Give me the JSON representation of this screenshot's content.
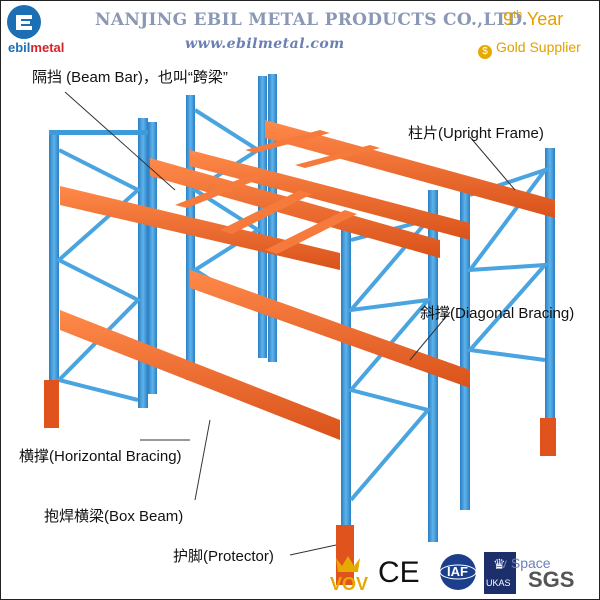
{
  "header": {
    "logo_text_a": "ebil",
    "logo_text_b": "metal",
    "company": "NANJING EBIL METAL PRODUCTS CO.,LTD.",
    "year_num": "9",
    "year_sup": "th",
    "year_word": " Year",
    "website": "www.ebilmetal.com",
    "gold_supplier": "Gold Supplier"
  },
  "labels": {
    "beam_bar": "隔挡 (Beam Bar)，也叫“跨梁”",
    "upright_frame": "柱片(Upright Frame)",
    "diagonal_bracing": "斜撑(Diagonal Bracing)",
    "horizontal_bracing": "横撑(Horizontal Bracing)",
    "box_beam": "抱焊横梁(Box Beam)",
    "protector": "护脚(Protector)"
  },
  "certifications": {
    "ce": "CE",
    "iaf": "IAF",
    "ukas": "UKAS",
    "sgs": "SGS",
    "vov": "VOV",
    "space": "v Space"
  },
  "colors": {
    "upright_blue": "#3d9bdc",
    "beam_orange": "#f06a2a",
    "brand_blue": "#1c6fb5",
    "gold": "#e0a000"
  }
}
